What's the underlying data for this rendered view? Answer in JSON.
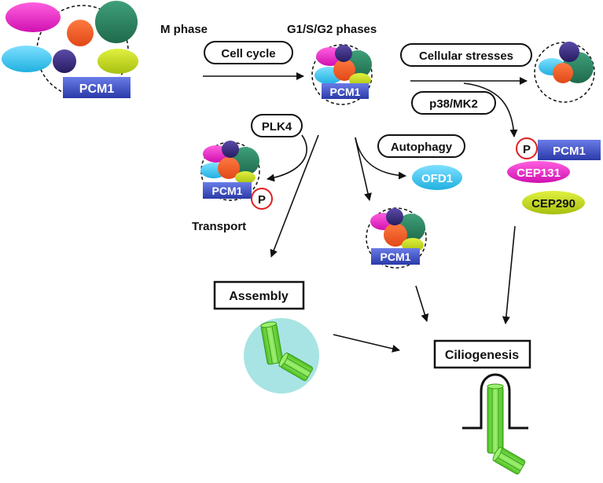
{
  "labels": {
    "m_phase": "M phase",
    "g1_phases": "G1/S/G2 phases",
    "cell_cycle": "Cell cycle",
    "cellular_stresses": "Cellular stresses",
    "p38_mk2": "p38/MK2",
    "plk4": "PLK4",
    "autophagy": "Autophagy",
    "transport": "Transport",
    "assembly": "Assembly",
    "ciliogenesis": "Ciliogenesis"
  },
  "proteins": {
    "pcm1": "PCM1",
    "ofd1": "OFD1",
    "cep131": "CEP131",
    "cep290": "CEP290",
    "phospho": "P"
  },
  "colors": {
    "magenta": "#f020c8",
    "orange": "#f25a22",
    "teal": "#2f8a66",
    "cyan": "#3cc8ee",
    "purple": "#3b2f80",
    "lime": "#c8dc28",
    "pcm1_blue": "#3b50c8",
    "ofd1": "#5ad2f0",
    "cep131": "#ea2dc8",
    "cep290": "#b4d21e",
    "phospho_ring": "#e02020",
    "centriole_green": "#6ad23c",
    "basal_body_bg": "#a8e4e4"
  }
}
